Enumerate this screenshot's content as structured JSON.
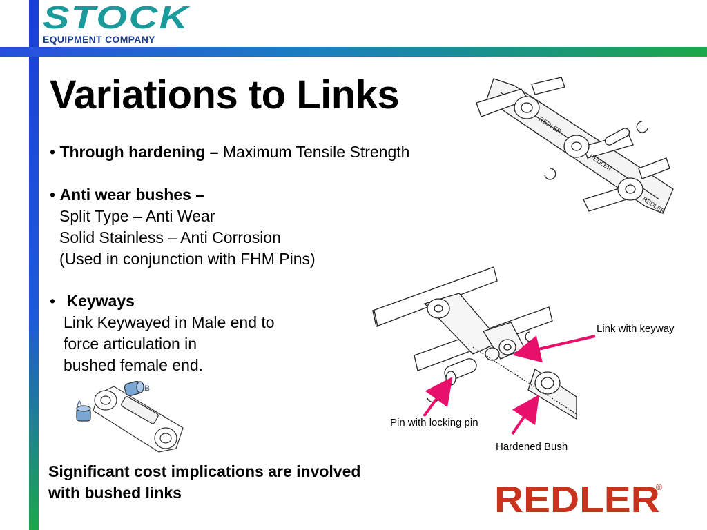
{
  "logo": {
    "word": "STOCK",
    "subtitle": "EQUIPMENT COMPANY"
  },
  "slide": {
    "title": "Variations to Links",
    "bullet1": {
      "marker": "•",
      "bold": "Through hardening –",
      "text": " Maximum Tensile Strength"
    },
    "bullet2": {
      "marker": "•",
      "bold": "Anti wear bushes –",
      "lines": [
        "Split Type – Anti Wear",
        "Solid Stainless – Anti Corrosion",
        "(Used in conjunction with FHM Pins)"
      ]
    },
    "bullet3": {
      "marker": "•",
      "bold": "Keyways",
      "lines": [
        "Link Keywayed in Male end to",
        "force articulation in",
        "bushed female end."
      ]
    },
    "note": [
      "Significant cost implications are involved",
      "with bushed links"
    ]
  },
  "diagram": {
    "labels": {
      "link_keyway": "Link with keyway",
      "pin_locking": "Pin with locking pin",
      "hardened_bush": "Hardened Bush",
      "part_a": "A",
      "part_b": "B",
      "chain_text": "REDLER"
    }
  },
  "brand": {
    "name": "REDLER",
    "reg": "®",
    "color": "#c8331e"
  },
  "colors": {
    "arrow": "#e8106a",
    "stock_teal": "#1a9a9a",
    "stock_navy": "#1b3c8c"
  }
}
